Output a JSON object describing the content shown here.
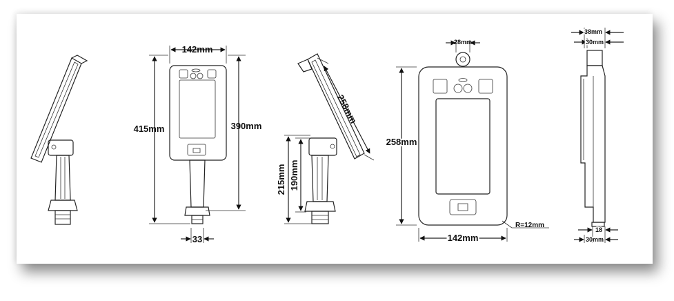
{
  "dimensions": {
    "front_width": "142mm",
    "front_total_height": "415mm",
    "front_panel_height": "390mm",
    "pole_width": "33",
    "side_diagonal": "258mm",
    "side_height_a": "215mm",
    "side_height_b": "190mm",
    "panel_height": "258mm",
    "panel_width": "142mm",
    "camera_width": "28mm",
    "corner_radius": "R=12mm",
    "profile_top_a": "38mm",
    "profile_top_b": "30mm",
    "profile_bottom_a": "18",
    "profile_bottom_b": "30mm"
  }
}
